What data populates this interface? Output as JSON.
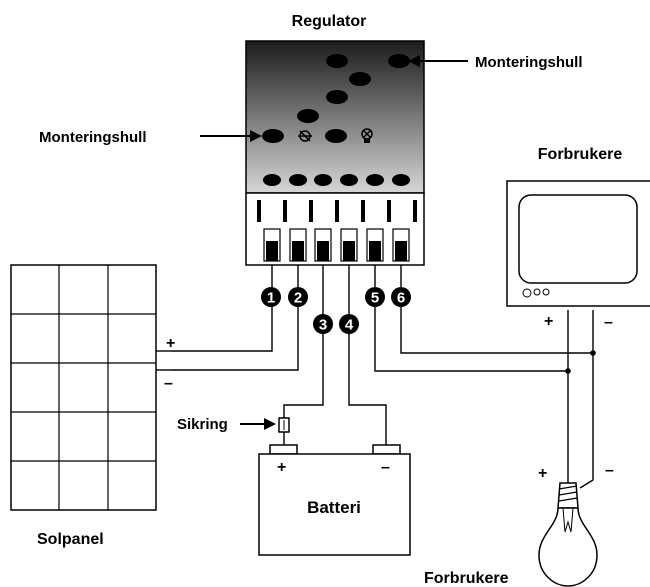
{
  "labels": {
    "regulator": "Regulator",
    "mounting_hole_right": "Monteringshull",
    "mounting_hole_left": "Monteringshull",
    "loads_top": "Forbrukere",
    "loads_bottom": "Forbrukere",
    "fuse": "Sikring",
    "battery": "Batteri",
    "solar_panel": "Solpanel"
  },
  "terminals": [
    "1",
    "2",
    "3",
    "4",
    "5",
    "6"
  ],
  "polarity": {
    "panel_plus": "+",
    "panel_minus": "–",
    "battery_plus": "+",
    "battery_minus": "–",
    "monitor_plus": "+",
    "monitor_minus": "–",
    "lamp_plus": "+",
    "lamp_minus": "–"
  },
  "colors": {
    "regulator_dark": "#1a1a1a",
    "regulator_light": "#d4d4d4",
    "line": "#000000"
  }
}
